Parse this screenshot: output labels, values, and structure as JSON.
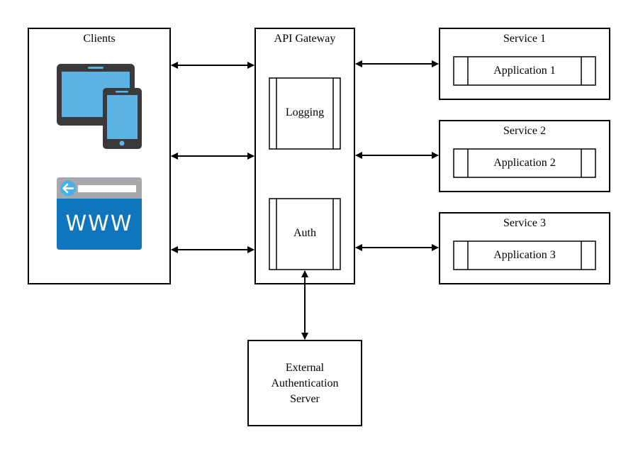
{
  "clients": {
    "title": "Clients"
  },
  "gateway": {
    "title": "API Gateway",
    "logging": "Logging",
    "auth": "Auth"
  },
  "services": [
    {
      "title": "Service 1",
      "app": "Application 1"
    },
    {
      "title": "Service 2",
      "app": "Application 2"
    },
    {
      "title": "Service 3",
      "app": "Application 3"
    }
  ],
  "auth_server": {
    "lines": [
      "External",
      "Authentication",
      "Server"
    ]
  },
  "icons": {
    "tablet_phone": "tablet-phone-icon",
    "browser": "web-browser-icon",
    "browser_text": "WWW"
  },
  "colors": {
    "device_frame": "#3a3a3c",
    "screen": "#5bb4e5",
    "browser_bar": "#a7a9ac",
    "browser_body": "#0f75bc",
    "back_button": "#45b1e8"
  }
}
